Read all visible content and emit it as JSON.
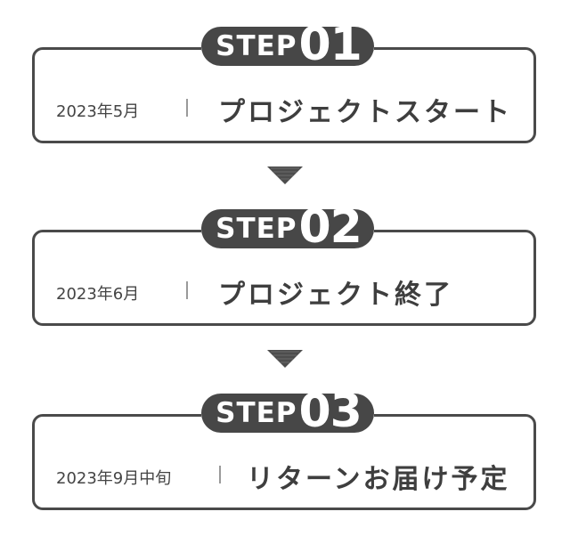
{
  "steps": [
    {
      "step_word": "STEP",
      "number": "01",
      "date": "2023年5月",
      "title": "プロジェクトスタート"
    },
    {
      "step_word": "STEP",
      "number": "02",
      "date": "2023年6月",
      "title": "プロジェクト終了"
    },
    {
      "step_word": "STEP",
      "number": "03",
      "date": "2023年9月中旬",
      "title": "リターンお届け予定"
    }
  ],
  "colors": {
    "badge": "#474747",
    "border": "#4a4a4a",
    "text": "#3e3e3e",
    "arrow": "#4d4d4d"
  },
  "icons": {
    "arrow": "chevron-down-icon"
  }
}
